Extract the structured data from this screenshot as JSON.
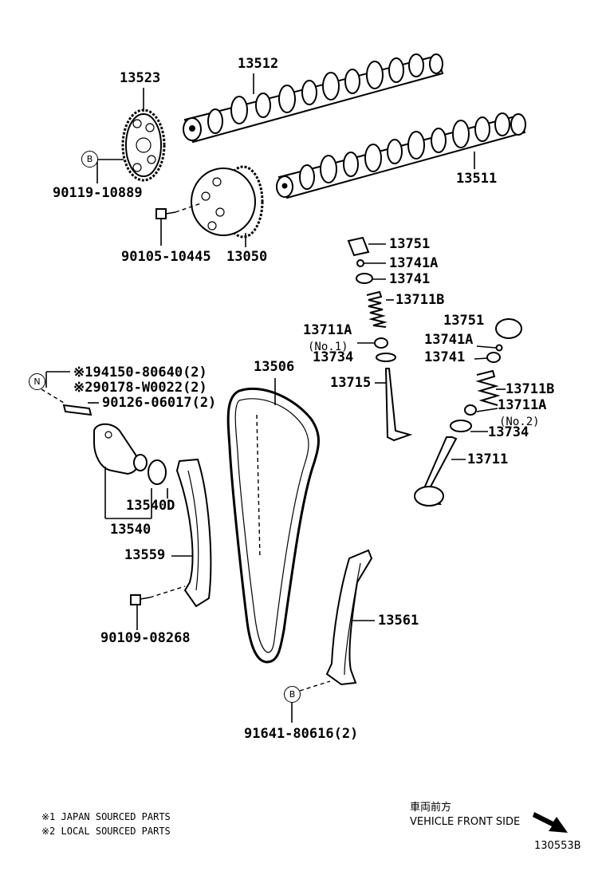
{
  "callouts": {
    "p13523": "13523",
    "p13512": "13512",
    "p90119": "90119-10889",
    "p13511": "13511",
    "p90105": "90105-10445",
    "p13050": "13050",
    "p13751a": "13751",
    "p13741Aa": "13741A",
    "p13741a": "13741",
    "p13711Ba": "13711B",
    "p13711Aa": "13711A",
    "no1": "(No.1)",
    "p13734a": "13734",
    "p13751b": "13751",
    "p13741Ab": "13741A",
    "p13741b": "13741",
    "p13506": "13506",
    "p13715": "13715",
    "p13711Bb": "13711B",
    "p13711Ab": "13711A",
    "no2": "(No.2)",
    "p13734b": "13734",
    "p13711": "13711",
    "p94150": "※194150-80640(2)",
    "p90178": "※290178-W0022(2)",
    "p90126": "90126-06017(2)",
    "p13540D": "13540D",
    "p13540": "13540",
    "p13559": "13559",
    "p90109": "90109-08268",
    "p13561": "13561",
    "p91641": "91641-80616(2)"
  },
  "markers": {
    "b1": "B",
    "n1": "N",
    "b2": "B"
  },
  "notes": {
    "note1": "※1 JAPAN SOURCED PARTS",
    "note2": "※2 LOCAL SOURCED PARTS"
  },
  "direction": {
    "jp": "車両前方",
    "en": "VEHICLE FRONT SIDE"
  },
  "figure_id": "130553B"
}
